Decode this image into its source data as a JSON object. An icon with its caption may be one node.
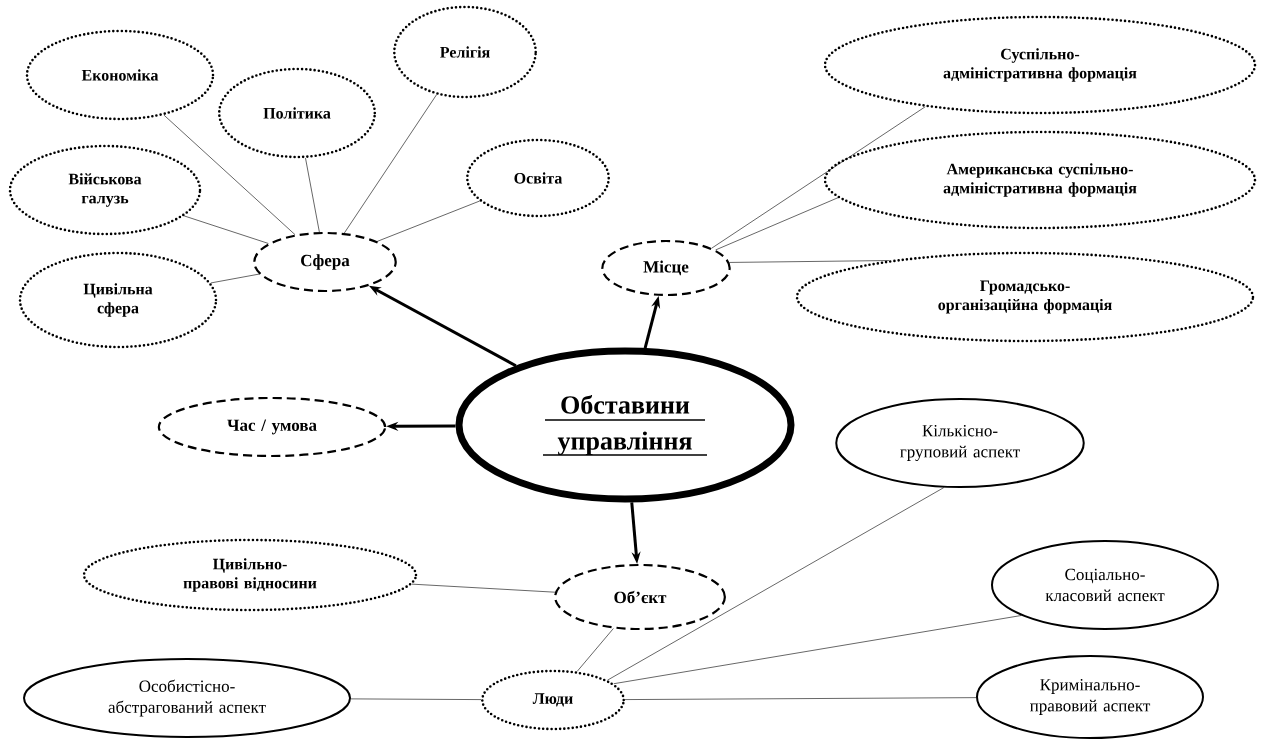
{
  "diagram": {
    "nodes": [
      {
        "text": [
          "Економіка"
        ]
      },
      {
        "text": [
          "Релігія"
        ]
      },
      {
        "text": [
          "Суспільно-адміністративна формація"
        ]
      },
      {
        "text": [
          "Політика"
        ]
      },
      {
        "text": [
          "Військова галузь"
        ]
      },
      {
        "text": [
          "Освіта"
        ]
      },
      {
        "text": [
          "Американська суспільно-адміністративна формація"
        ]
      },
      {
        "text": [
          "Сфера"
        ]
      },
      {
        "text": [
          "Місце"
        ]
      },
      {
        "text": [
          "Громадсько-організаційна формація"
        ]
      },
      {
        "text": [
          "Цивільна сфера"
        ]
      },
      {
        "text": [
          "Обставини управління"
        ]
      },
      {
        "text": [
          "Час / умова"
        ]
      },
      {
        "text": [
          "Кількісно-груповий аспект"
        ]
      },
      {
        "text": [
          "Цивільно-правові відносини"
        ]
      },
      {
        "text": [
          "Соціально-класовий аспект"
        ]
      },
      {
        "text": [
          "Об’єкт"
        ]
      },
      {
        "text": [
          "Особистісно-абстрагований аспект"
        ]
      },
      {
        "text": [
          "Люди"
        ]
      },
      {
        "text": [
          "Кримінально-правовий аспект"
        ]
      }
    ],
    "edges": [
      {
        "from": 11,
        "to": 7,
        "arrow": "to",
        "style": "thick"
      },
      {
        "from": 11,
        "to": 8,
        "arrow": "to",
        "style": "thick"
      },
      {
        "from": 11,
        "to": 12,
        "arrow": "to",
        "style": "thick"
      },
      {
        "from": 11,
        "to": 16,
        "arrow": "to",
        "style": "thick"
      },
      {
        "from": 7,
        "to": 0,
        "arrow": "none"
      },
      {
        "from": 7,
        "to": 3,
        "arrow": "none"
      },
      {
        "from": 7,
        "to": 1,
        "arrow": "none"
      },
      {
        "from": 7,
        "to": 5,
        "arrow": "none"
      },
      {
        "from": 7,
        "to": 4,
        "arrow": "none"
      },
      {
        "from": 7,
        "to": 10,
        "arrow": "none"
      },
      {
        "from": 8,
        "to": 2,
        "arrow": "none"
      },
      {
        "from": 8,
        "to": 6,
        "arrow": "none"
      },
      {
        "from": 8,
        "to": 9,
        "arrow": "none"
      },
      {
        "from": 16,
        "to": 14,
        "arrow": "none"
      },
      {
        "from": 16,
        "to": 18,
        "arrow": "none"
      },
      {
        "from": 18,
        "to": 17,
        "arrow": "none"
      },
      {
        "from": 18,
        "to": 13,
        "arrow": "none"
      },
      {
        "from": 18,
        "to": 15,
        "arrow": "none"
      },
      {
        "from": 18,
        "to": 19,
        "arrow": "none"
      }
    ]
  }
}
